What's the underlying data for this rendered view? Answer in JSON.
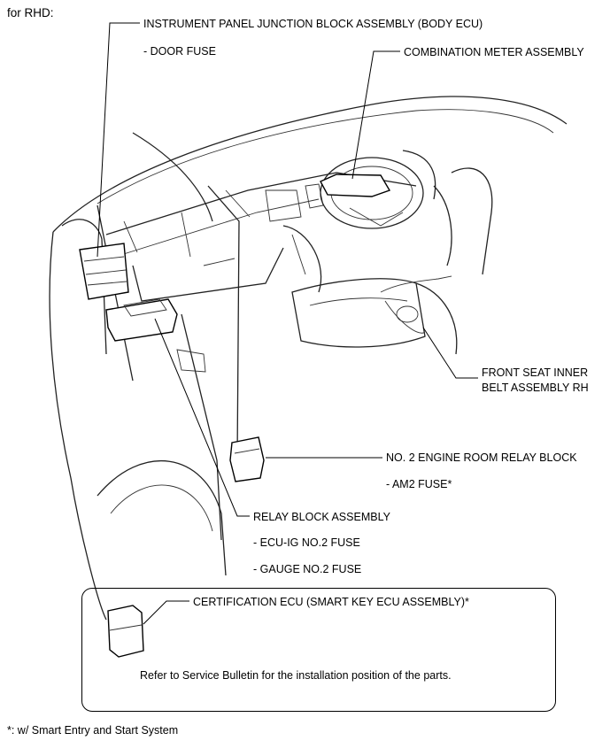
{
  "header": "for RHD:",
  "labels": {
    "ipjb": "INSTRUMENT PANEL JUNCTION BLOCK ASSEMBLY (BODY ECU)",
    "door_fuse": "- DOOR FUSE",
    "combination_meter": "COMBINATION METER ASSEMBLY",
    "front_seat_line1": "FRONT SEAT INNER",
    "front_seat_line2": "BELT ASSEMBLY RH",
    "engine_relay": "NO. 2 ENGINE ROOM RELAY BLOCK",
    "am2_fuse": "- AM2 FUSE*",
    "relay_block": "RELAY BLOCK ASSEMBLY",
    "ecu_ig_fuse": "- ECU-IG NO.2 FUSE",
    "gauge_fuse": "- GAUGE NO.2 FUSE"
  },
  "certification_box": {
    "title": "CERTIFICATION ECU (SMART KEY ECU ASSEMBLY)*",
    "note": "Refer to Service Bulletin for the installation position of the parts."
  },
  "footnote": "*: w/ Smart Entry and Start System"
}
